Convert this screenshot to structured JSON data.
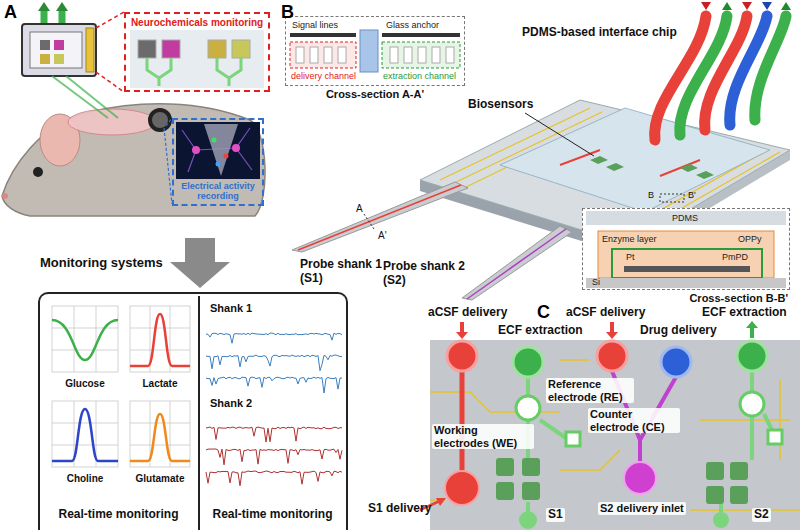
{
  "diagram": {
    "nodes": [
      {
        "text": [
          "Neurochemicals monitoring"
        ]
      },
      {
        "text": [
          "Electrical activity recording"
        ]
      },
      {
        "text": [
          "Real-time monitoring",
          "Real-time monitoring"
        ]
      },
      {
        "text": [
          "Glucose"
        ],
        "in": 2
      },
      {
        "text": [
          "Lactate"
        ],
        "in": 2
      },
      {
        "text": [
          "Choline"
        ],
        "in": 2
      },
      {
        "text": [
          "Glutamate"
        ],
        "in": 2
      },
      {
        "text": [
          "Shank 1"
        ],
        "in": 2
      },
      {
        "text": [
          "Shank 2"
        ],
        "in": 2
      },
      {
        "text": [
          "Cross-section A-A'"
        ]
      },
      {
        "text": [
          "Cross-section B-B'"
        ]
      }
    ],
    "labels": [
      "A",
      "Monitoring systems",
      "B",
      "Signal lines",
      "Glass anchor",
      "delivery channel",
      "extraction channel",
      "PDMS-based interface chip",
      "Biosensors",
      "A",
      "A'",
      "B",
      "B'",
      "Probe shank 1 (S1)",
      "Probe shank 2 (S2)",
      "PDMS",
      "Enzyme layer",
      "OPPy",
      "Pt",
      "Si",
      "PmPD",
      "C",
      "aCSF delivery",
      "ECF extraction",
      "aCSF delivery",
      "Drug delivery",
      "ECF extraction",
      "Reference electrode (RE)",
      "Counter electrode (CE)",
      "Working electrodes (WE)",
      "S2 delivery inlet",
      "S1 delivery",
      "S1",
      "S2"
    ]
  }
}
